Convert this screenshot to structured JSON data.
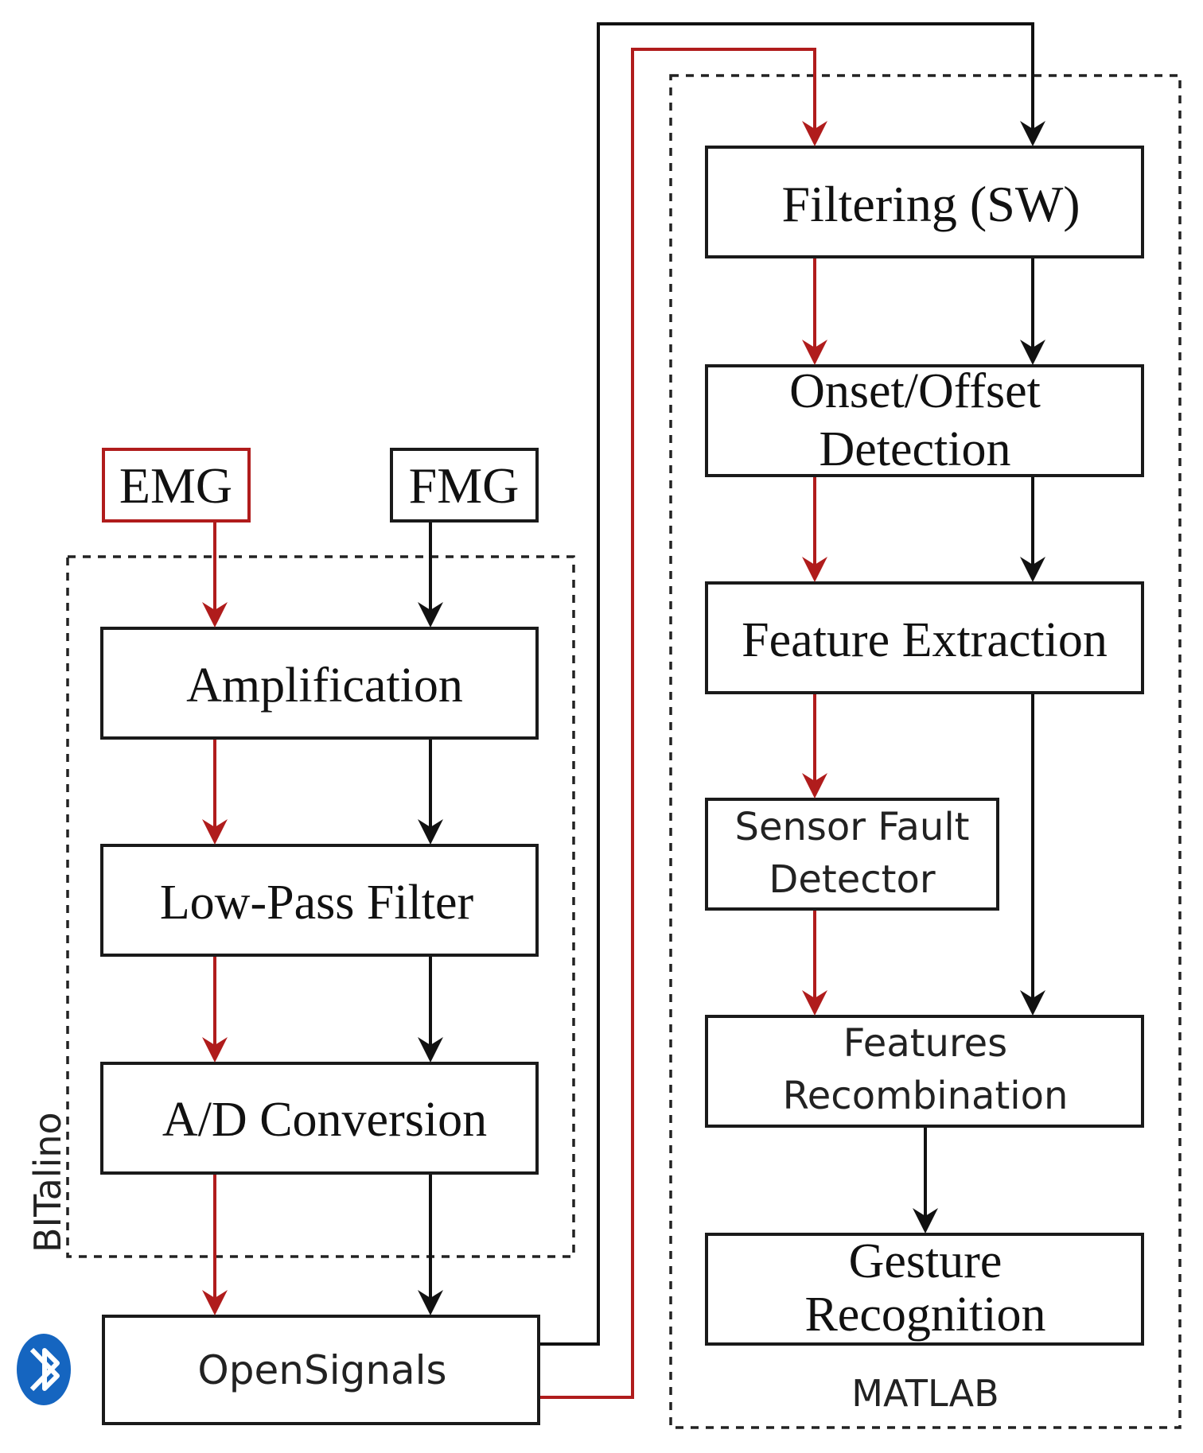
{
  "groups": {
    "bitalino_label": "BITalino",
    "matlab_label": "MATLAB"
  },
  "inputs": {
    "emg": "EMG",
    "fmg": "FMG"
  },
  "bitalino_blocks": {
    "amplification": "Amplification",
    "low_pass": "Low-Pass Filter",
    "ad_conversion": "A/D Conversion"
  },
  "opensignals": "OpenSignals",
  "matlab_blocks": {
    "filtering": "Filtering (SW)",
    "onset_line1": "Onset/Offset",
    "onset_line2": "Detection",
    "feature_extraction": "Feature Extraction",
    "sensor_fault_line1": "Sensor Fault",
    "sensor_fault_line2": "Detector",
    "recombination_line1": "Features",
    "recombination_line2": "Recombination",
    "gesture_line1": "Gesture",
    "gesture_line2": "Recognition"
  },
  "icons": {
    "bluetooth": "bluetooth-icon"
  },
  "colors": {
    "emg_path": "#b01c1c",
    "fmg_path": "#111111",
    "bluetooth_blue": "#1565c0"
  }
}
